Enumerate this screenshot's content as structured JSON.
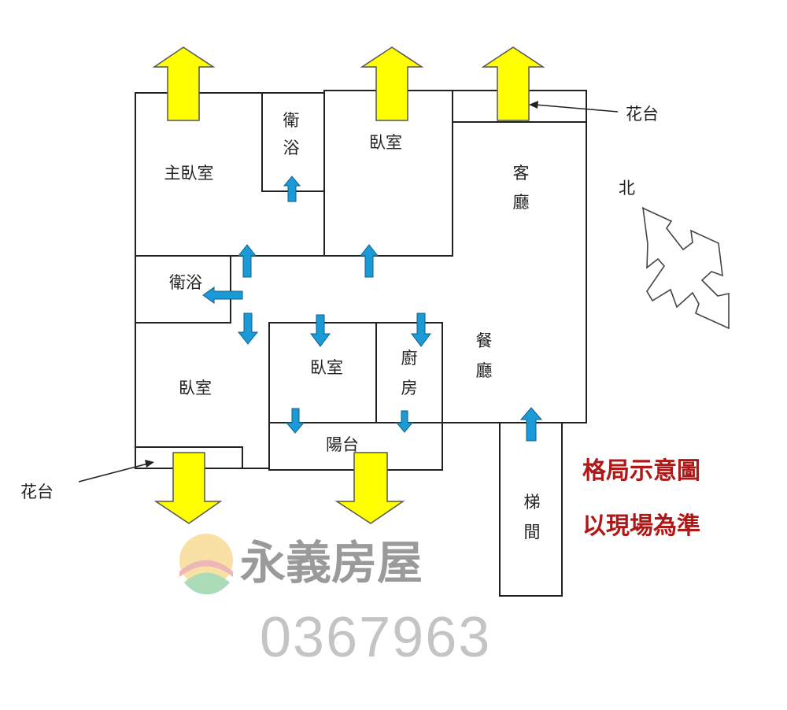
{
  "title": "格局示意圖",
  "disclaimer": "以現場為準",
  "rooms": {
    "master_bedroom": "主臥室",
    "bath_top_1": "衛",
    "bath_top_2": "浴",
    "bedroom_top": "臥室",
    "living_1": "客",
    "living_2": "廳",
    "bath_mid": "衛浴",
    "bedroom_left": "臥室",
    "bedroom_mid": "臥室",
    "kitchen_1": "廚",
    "kitchen_2": "房",
    "dining_1": "餐",
    "dining_2": "廳",
    "balcony": "陽台",
    "stair_1": "梯",
    "stair_2": "間"
  },
  "planter_top": "花台",
  "planter_bottom": "花台",
  "north": "北",
  "watermark": "永義房屋",
  "listing_number": "0367963",
  "colors": {
    "window_arrow": "#ffff00",
    "door_arrow": "#1a9ad6",
    "note": "#b01818"
  }
}
